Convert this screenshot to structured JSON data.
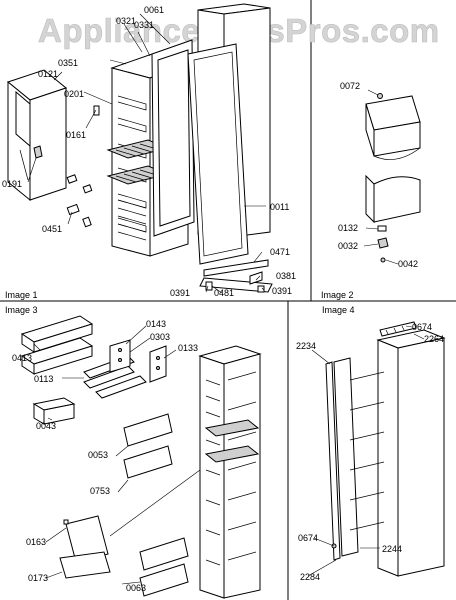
{
  "watermark": "AppliancePartsPros.com",
  "images": [
    {
      "caption": "Image 1",
      "labels": [
        "0061",
        "0321",
        "0331",
        "0351",
        "0121",
        "0201",
        "0161",
        "0191",
        "0451",
        "0011",
        "0471",
        "0381",
        "0391",
        "0481",
        "0391"
      ]
    },
    {
      "caption": "Image 2",
      "labels": [
        "0072",
        "0132",
        "0032",
        "0042"
      ]
    },
    {
      "caption": "Image 3",
      "labels": [
        "0143",
        "0303",
        "0133",
        "0413",
        "0113",
        "0043",
        "0053",
        "0753",
        "0163",
        "0173",
        "0063"
      ]
    },
    {
      "caption": "Image 4",
      "labels": [
        "0674",
        "2264",
        "2234",
        "0674",
        "2244",
        "2284"
      ]
    }
  ]
}
